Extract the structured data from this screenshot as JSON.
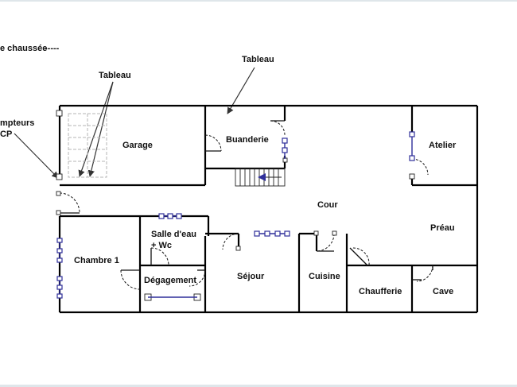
{
  "legend": {
    "text": "e chaussée",
    "dash": "-----"
  },
  "callouts": {
    "tableau_1": "Tableau",
    "tableau_2": "Tableau",
    "compteurs_1": "mpteurs",
    "compteurs_2": "CP"
  },
  "rooms": {
    "garage": "Garage",
    "buanderie": "Buanderie",
    "atelier": "Atelier",
    "cour": "Cour",
    "preau": "Préau",
    "chambre": "Chambre 1",
    "salle_eau_1": "Salle d'eau",
    "salle_eau_2": "+ Wc",
    "degagement": "Dégagement",
    "sejour": "Séjour",
    "cuisine": "Cuisine",
    "chaufferie": "Chaufferie",
    "cave": "Cave"
  },
  "colors": {
    "wall": "#000000",
    "window": "#2f2f9a",
    "stair_outline": "#b5b5b5",
    "frame": "#dfe6ea"
  }
}
